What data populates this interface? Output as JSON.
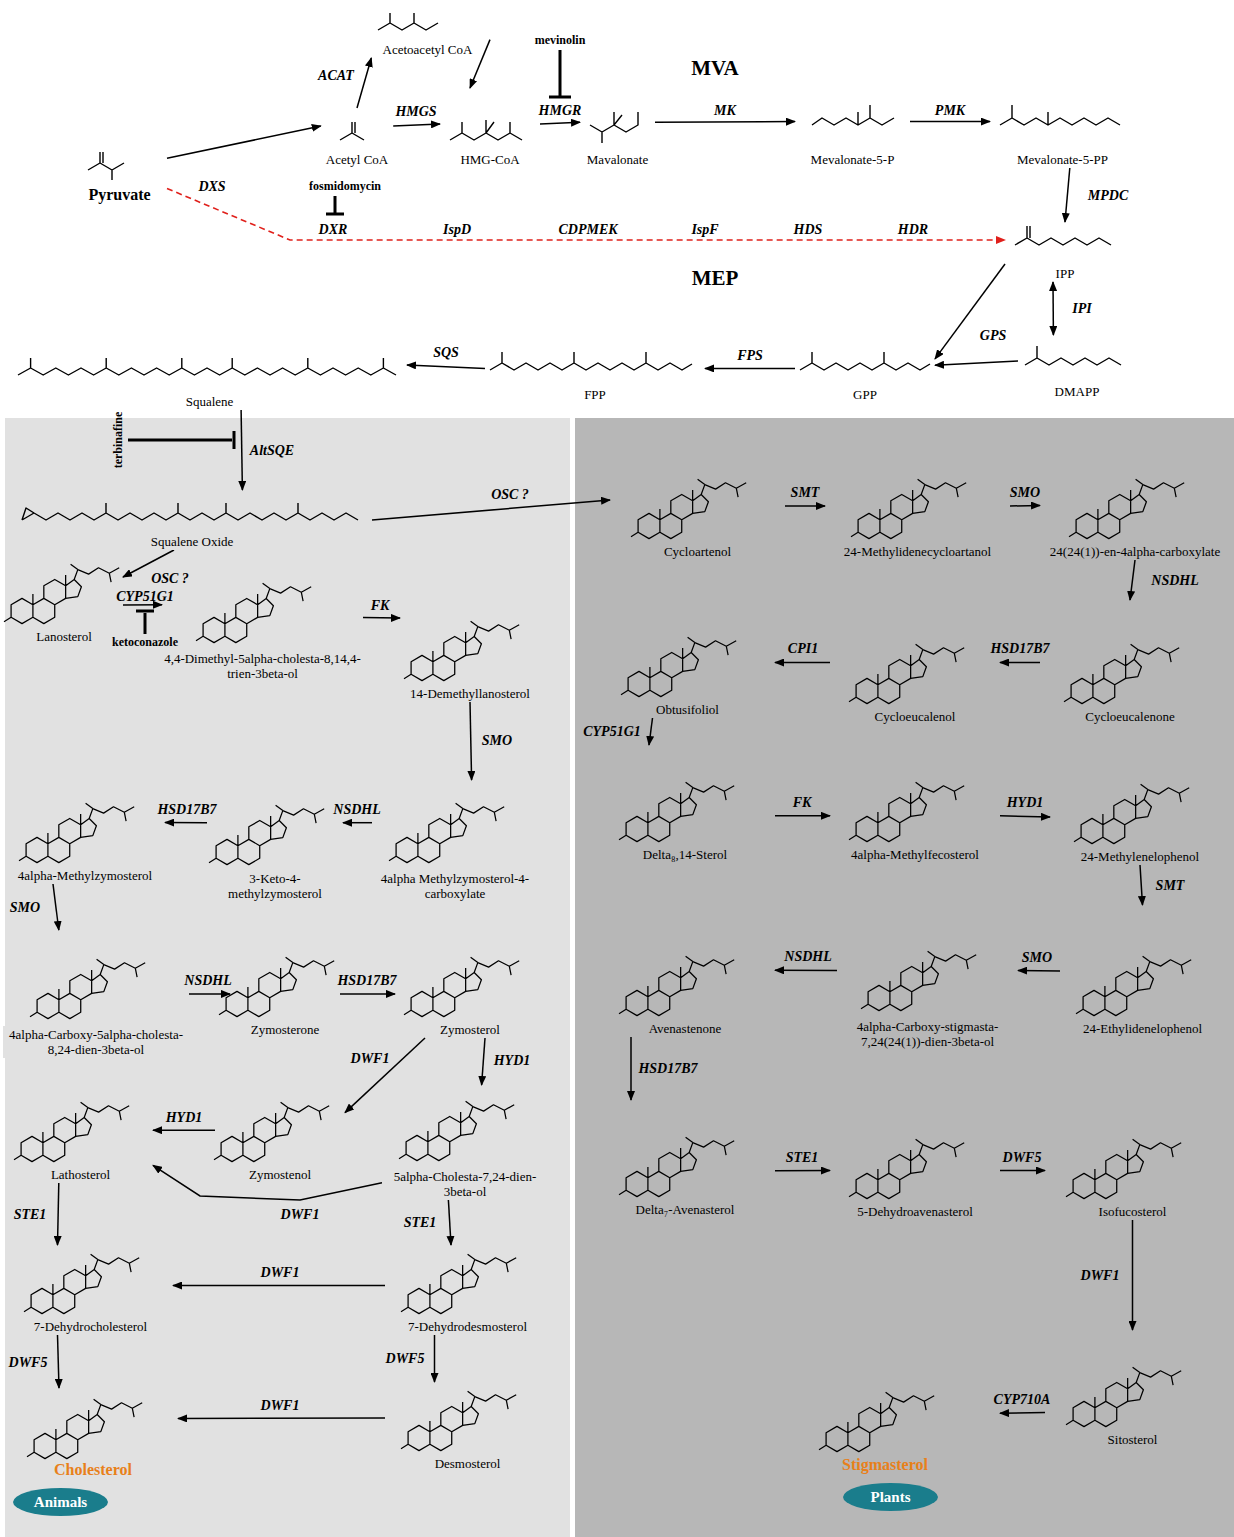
{
  "diagram": {
    "nodes": [
      {
        "text": [
          "Pyruvate"
        ]
      },
      {
        "text": [
          "Acetoacetyl CoA"
        ]
      },
      {
        "text": [
          "Acetyl CoA"
        ]
      },
      {
        "text": [
          "HMG-CoA"
        ]
      },
      {
        "text": [
          "Mavalonate"
        ]
      },
      {
        "text": [
          "Mevalonate-5-P"
        ]
      },
      {
        "text": [
          "Mevalonate-5-PP"
        ]
      },
      {
        "text": [
          "IPP"
        ]
      },
      {
        "text": [
          "DMAPP"
        ]
      },
      {
        "text": [
          "GPP"
        ]
      },
      {
        "text": [
          "FPP"
        ]
      },
      {
        "text": [
          "Squalene"
        ]
      },
      {
        "text": [
          "Squalene Oxide"
        ]
      },
      {
        "text": [
          "Lanosterol"
        ]
      },
      {
        "text": [
          "4,4-Dimethyl-5alpha-cholesta-8,14,4-trien-3beta-ol"
        ]
      },
      {
        "text": [
          "14-Demethyllanosterol"
        ]
      },
      {
        "text": [
          "4alpha Methylzymosterol-4-carboxylate"
        ]
      },
      {
        "text": [
          "3-Keto-4-methylzymosterol"
        ]
      },
      {
        "text": [
          "4alpha-Methylzymosterol"
        ]
      },
      {
        "text": [
          "4alpha-Carboxy-5alpha-cholesta-8,24-dien-3beta-ol"
        ]
      },
      {
        "text": [
          "Zymosterone"
        ]
      },
      {
        "text": [
          "Zymosterol"
        ]
      },
      {
        "text": [
          "Lathosterol"
        ]
      },
      {
        "text": [
          "Zymostenol"
        ]
      },
      {
        "text": [
          "5alpha-Cholesta-7,24-dien-3beta-ol"
        ]
      },
      {
        "text": [
          "7-Dehydrocholesterol"
        ]
      },
      {
        "text": [
          "7-Dehydrodesmosterol"
        ]
      },
      {
        "text": [
          "Desmosterol"
        ]
      },
      {
        "text": [
          "Cholesterol"
        ]
      },
      {
        "text": [
          "Animals"
        ]
      },
      {
        "text": [
          "Cycloartenol"
        ]
      },
      {
        "text": [
          "24-Methylidenecycloartanol"
        ]
      },
      {
        "text": [
          "24(24(1))-en-4alpha-carboxylate"
        ]
      },
      {
        "text": [
          "Cycloeucalenone"
        ]
      },
      {
        "text": [
          "Cycloeucalenol"
        ]
      },
      {
        "text": [
          "Obtusifoliol"
        ]
      },
      {
        "text": [
          "Delta₈,14-Sterol"
        ]
      },
      {
        "text": [
          "4alpha-Methylfecosterol"
        ]
      },
      {
        "text": [
          "24-Methylenelophenol"
        ]
      },
      {
        "text": [
          "24-Ethylidenelophenol"
        ]
      },
      {
        "text": [
          "4alpha-Carboxy-stigmasta-7,24(24(1))-dien-3beta-ol"
        ]
      },
      {
        "text": [
          "Avenastenone"
        ]
      },
      {
        "text": [
          "Delta₇-Avenasterol"
        ]
      },
      {
        "text": [
          "5-Dehydroavenasterol"
        ]
      },
      {
        "text": [
          "Isofucosterol"
        ]
      },
      {
        "text": [
          "Sitosterol"
        ]
      },
      {
        "text": [
          "Stigmasterol"
        ]
      },
      {
        "text": [
          "Plants"
        ]
      }
    ],
    "edges": [
      {
        "from": 0,
        "to": 2,
        "arrow": "to"
      },
      {
        "from": 0,
        "to": 7,
        "label": "DXS",
        "arrow": "to"
      },
      {
        "from": 2,
        "to": 1,
        "label": "ACAT",
        "arrow": "to"
      },
      {
        "from": 2,
        "to": 3,
        "label": "HMGS",
        "arrow": "to"
      },
      {
        "from": 1,
        "to": 3,
        "arrow": "to"
      },
      {
        "from": 3,
        "to": 4,
        "label": "HMGR",
        "arrow": "to"
      },
      {
        "from": 4,
        "to": 5,
        "label": "MK",
        "arrow": "to"
      },
      {
        "from": 5,
        "to": 6,
        "label": "PMK",
        "arrow": "to"
      },
      {
        "from": 6,
        "to": 7,
        "label": "MPDC",
        "arrow": "to"
      },
      {
        "from": 7,
        "to": 8,
        "label": "IPI",
        "arrow": "both"
      },
      {
        "from": 7,
        "to": 9,
        "label": "GPS",
        "arrow": "to"
      },
      {
        "from": 8,
        "to": 9,
        "arrow": "to"
      },
      {
        "from": 9,
        "to": 10,
        "label": "FPS",
        "arrow": "to"
      },
      {
        "from": 10,
        "to": 11,
        "label": "SQS",
        "arrow": "to"
      },
      {
        "from": 11,
        "to": 12,
        "label": "AltSQE",
        "arrow": "to"
      },
      {
        "from": 12,
        "to": 13,
        "label": "OSC ?",
        "arrow": "to"
      },
      {
        "from": 13,
        "to": 14,
        "label": "CYP51G1",
        "arrow": "to"
      },
      {
        "from": 14,
        "to": 15,
        "label": "FK",
        "arrow": "to"
      },
      {
        "from": 15,
        "to": 16,
        "label": "SMO",
        "arrow": "to"
      },
      {
        "from": 16,
        "to": 17,
        "label": "NSDHL",
        "arrow": "to"
      },
      {
        "from": 17,
        "to": 18,
        "label": "HSD17B7",
        "arrow": "to"
      },
      {
        "from": 18,
        "to": 19,
        "label": "SMO",
        "arrow": "to"
      },
      {
        "from": 19,
        "to": 20,
        "label": "NSDHL",
        "arrow": "to"
      },
      {
        "from": 20,
        "to": 21,
        "label": "HSD17B7",
        "arrow": "to"
      },
      {
        "from": 21,
        "to": 23,
        "label": "DWF1",
        "arrow": "to"
      },
      {
        "from": 21,
        "to": 24,
        "label": "HYD1",
        "arrow": "to"
      },
      {
        "from": 23,
        "to": 22,
        "label": "HYD1",
        "arrow": "to"
      },
      {
        "from": 24,
        "to": 22,
        "label": "DWF1",
        "arrow": "to"
      },
      {
        "from": 22,
        "to": 25,
        "label": "STE1",
        "arrow": "to"
      },
      {
        "from": 24,
        "to": 26,
        "label": "STE1",
        "arrow": "to"
      },
      {
        "from": 26,
        "to": 25,
        "label": "DWF1",
        "arrow": "to"
      },
      {
        "from": 26,
        "to": 27,
        "label": "DWF5",
        "arrow": "to"
      },
      {
        "from": 27,
        "to": 28,
        "label": "DWF1",
        "arrow": "to"
      },
      {
        "from": 25,
        "to": 28,
        "label": "DWF5",
        "arrow": "to"
      },
      {
        "from": 12,
        "to": 30,
        "label": "OSC ?",
        "arrow": "to"
      },
      {
        "from": 30,
        "to": 31,
        "label": "SMT",
        "arrow": "to"
      },
      {
        "from": 31,
        "to": 32,
        "label": "SMO",
        "arrow": "to"
      },
      {
        "from": 32,
        "to": 33,
        "label": "NSDHL",
        "arrow": "to"
      },
      {
        "from": 33,
        "to": 34,
        "label": "HSD17B7",
        "arrow": "to"
      },
      {
        "from": 34,
        "to": 35,
        "label": "CPI1",
        "arrow": "to"
      },
      {
        "from": 35,
        "to": 36,
        "label": "CYP51G1",
        "arrow": "to"
      },
      {
        "from": 36,
        "to": 37,
        "label": "FK",
        "arrow": "to"
      },
      {
        "from": 37,
        "to": 38,
        "label": "HYD1",
        "arrow": "to"
      },
      {
        "from": 38,
        "to": 39,
        "label": "SMT",
        "arrow": "to"
      },
      {
        "from": 39,
        "to": 40,
        "label": "SMO",
        "arrow": "to"
      },
      {
        "from": 40,
        "to": 41,
        "label": "NSDHL",
        "arrow": "to"
      },
      {
        "from": 41,
        "to": 42,
        "label": "HSD17B7",
        "arrow": "to"
      },
      {
        "from": 42,
        "to": 43,
        "label": "STE1",
        "arrow": "to"
      },
      {
        "from": 43,
        "to": 44,
        "label": "DWF5",
        "arrow": "to"
      },
      {
        "from": 44,
        "to": 45,
        "label": "DWF1",
        "arrow": "to"
      },
      {
        "from": 45,
        "to": 46,
        "label": "CYP710A",
        "arrow": "to"
      }
    ],
    "labels": [
      "mevinolin",
      "MVA",
      "fosmidomycin",
      "DXR",
      "IspD",
      "CDPMEK",
      "IspF",
      "HDS",
      "HDR",
      "MEP",
      "terbinafine",
      "ketoconazole"
    ]
  }
}
